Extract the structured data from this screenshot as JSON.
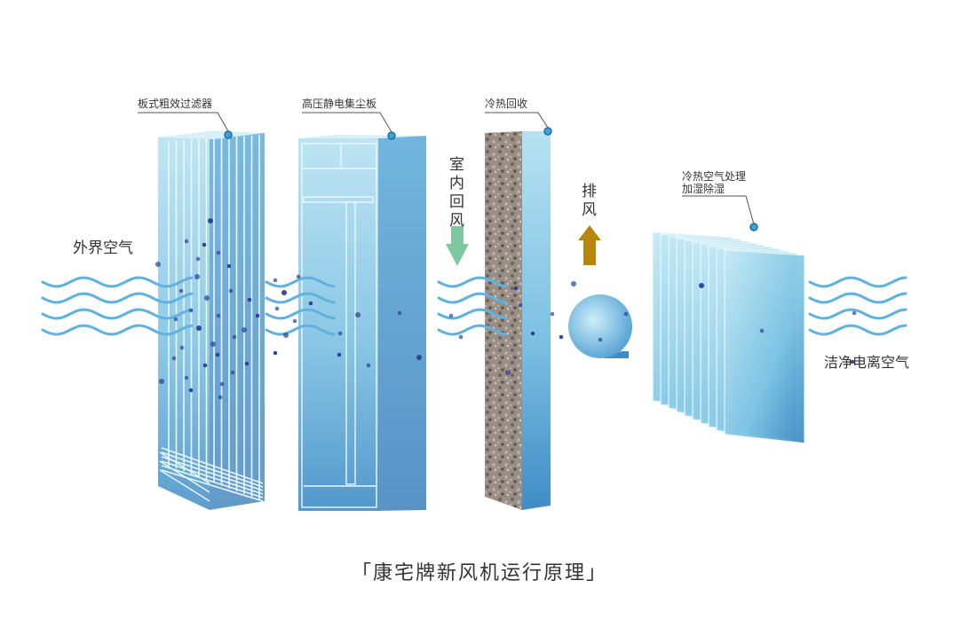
{
  "labels": {
    "coarse_filter": "板式粗效过滤器",
    "hv_plate": "高压静电集尘板",
    "heat_recovery": "冷热回收",
    "treatment_line1": "冷热空气处理",
    "treatment_line2": "加湿除湿",
    "outside_air": "外界空气",
    "clean_air": "洁净电离空气",
    "return_air": [
      "室",
      "内",
      "回",
      "风"
    ],
    "exhaust": [
      "排",
      "风"
    ]
  },
  "caption": "「康宅牌新风机运行原理」",
  "colors": {
    "panel_light": "#a9dbee",
    "panel_mid": "#6db6dc",
    "panel_dark": "#3f8cc6",
    "wave": "#5fb2e0",
    "particle": "#2b3f96",
    "green_arrow": "#7ec8a0",
    "gold_arrow": "#b8860b",
    "stone": "#8a7f76"
  }
}
